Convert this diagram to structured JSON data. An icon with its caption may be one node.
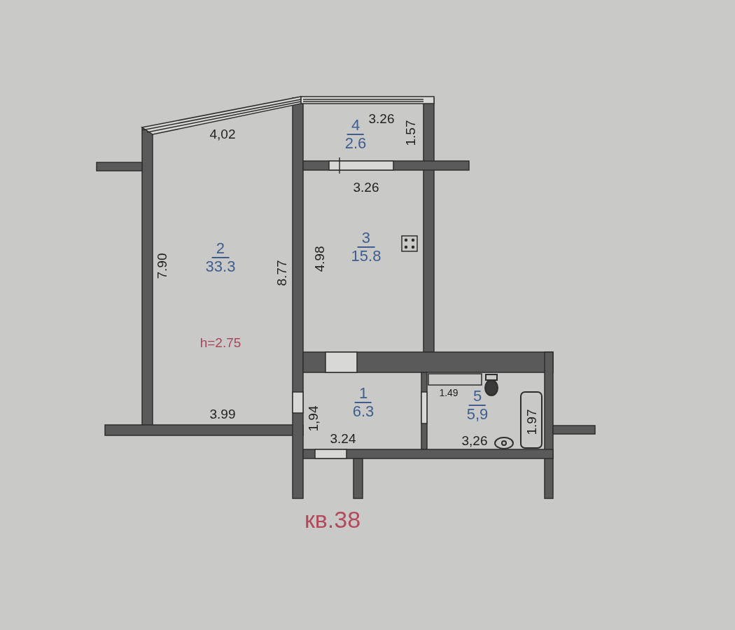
{
  "diagram": {
    "caption": "кв.38",
    "nodes": [
      {
        "text": [
          "2",
          "33.3"
        ]
      },
      {
        "text": [
          "4",
          "2.6"
        ]
      },
      {
        "text": [
          "3",
          "15.8"
        ]
      },
      {
        "text": [
          "1",
          "6.3"
        ]
      },
      {
        "text": [
          "5",
          "5,9"
        ]
      }
    ],
    "labels": [
      "4,02",
      "3.26",
      "1.57",
      "3.26",
      "7.90",
      "8.77",
      "4.98",
      "h=2.75",
      "1.49",
      "1.97",
      "3.99",
      "1,94",
      "3.24",
      "3,26"
    ]
  }
}
